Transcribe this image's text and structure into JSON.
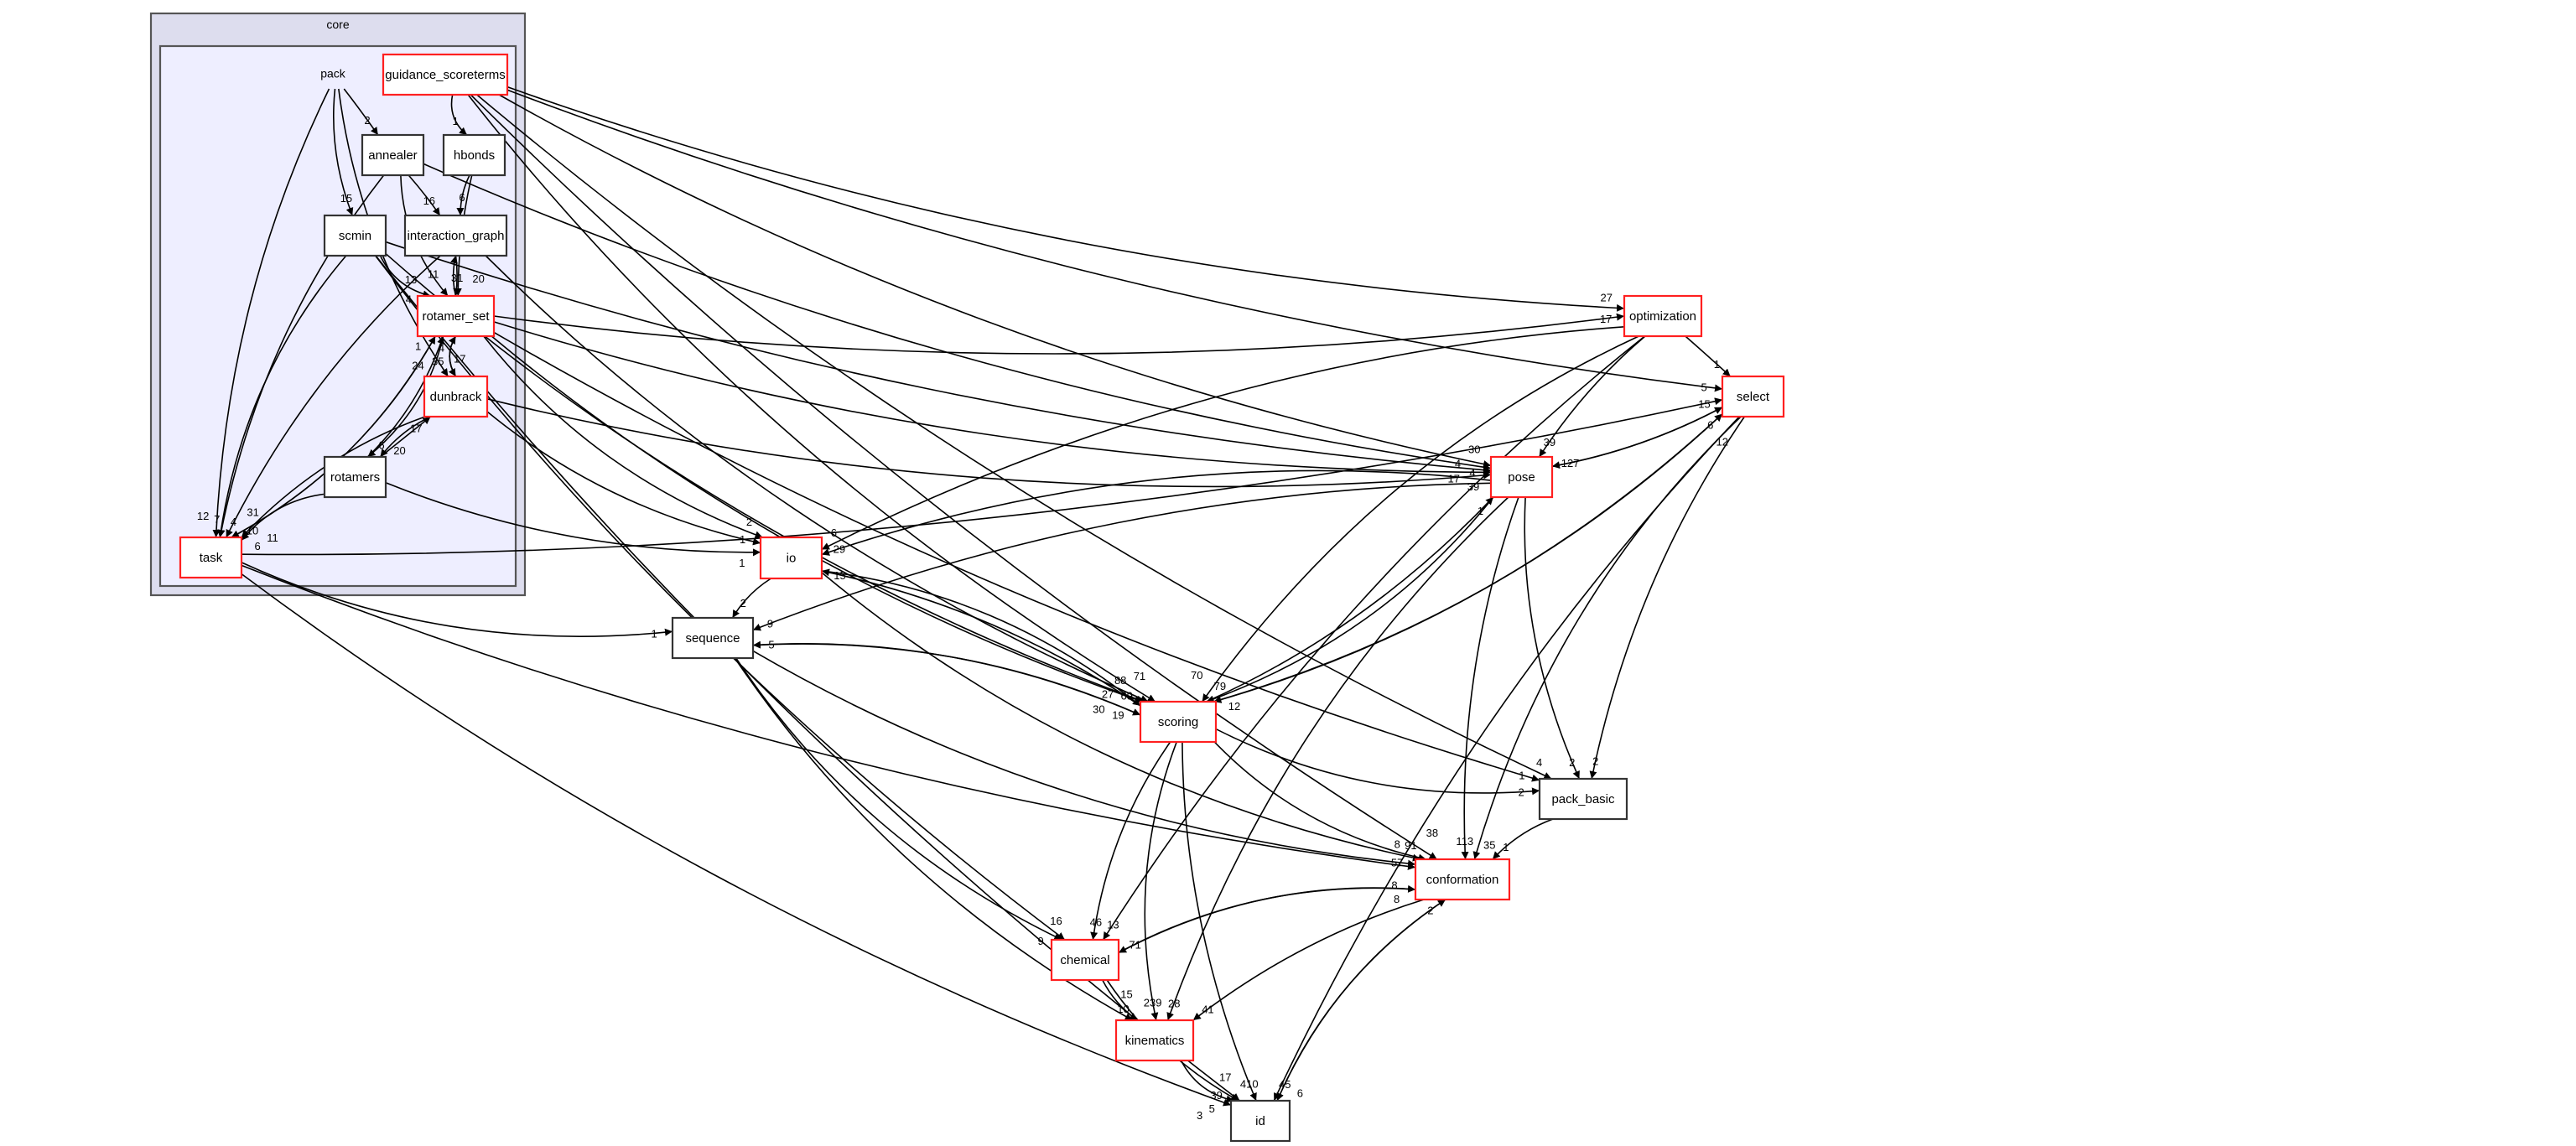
{
  "clusters": {
    "outer": {
      "title": "core"
    },
    "inner": {
      "title": "pack"
    }
  },
  "colors": {
    "outer_fill": "#ddddee",
    "inner_fill": "#eeeeff",
    "cluster_border": "#555555",
    "with_children_border": "#ff2020",
    "leaf_border": "#333333"
  },
  "nodes": [
    {
      "id": "guidance_scoreterms",
      "label": "guidance_scoreterms",
      "has_children": true
    },
    {
      "id": "annealer",
      "label": "annealer",
      "has_children": false
    },
    {
      "id": "hbonds",
      "label": "hbonds",
      "has_children": false
    },
    {
      "id": "scmin",
      "label": "scmin",
      "has_children": false
    },
    {
      "id": "interaction_graph",
      "label": "interaction_graph",
      "has_children": false
    },
    {
      "id": "rotamer_set",
      "label": "rotamer_set",
      "has_children": true
    },
    {
      "id": "dunbrack",
      "label": "dunbrack",
      "has_children": true
    },
    {
      "id": "rotamers",
      "label": "rotamers",
      "has_children": false
    },
    {
      "id": "task",
      "label": "task",
      "has_children": true
    },
    {
      "id": "optimization",
      "label": "optimization",
      "has_children": true
    },
    {
      "id": "select",
      "label": "select",
      "has_children": true
    },
    {
      "id": "pose",
      "label": "pose",
      "has_children": true
    },
    {
      "id": "io",
      "label": "io",
      "has_children": true
    },
    {
      "id": "sequence",
      "label": "sequence",
      "has_children": false
    },
    {
      "id": "scoring",
      "label": "scoring",
      "has_children": true
    },
    {
      "id": "pack_basic",
      "label": "pack_basic",
      "has_children": false
    },
    {
      "id": "conformation",
      "label": "conformation",
      "has_children": true
    },
    {
      "id": "chemical",
      "label": "chemical",
      "has_children": true
    },
    {
      "id": "kinematics",
      "label": "kinematics",
      "has_children": true
    },
    {
      "id": "id",
      "label": "id",
      "has_children": false
    }
  ],
  "edges": [
    {
      "from": "pack",
      "to": "annealer",
      "label": "2"
    },
    {
      "from": "pack",
      "to": "scmin",
      "label": "15"
    },
    {
      "from": "guidance_scoreterms",
      "to": "hbonds",
      "label": "1"
    },
    {
      "from": "annealer",
      "to": "interaction_graph",
      "label": "16"
    },
    {
      "from": "hbonds",
      "to": "interaction_graph",
      "label": "6"
    },
    {
      "from": "scmin",
      "to": "rotamer_set",
      "label": "4"
    },
    {
      "from": "interaction_graph",
      "to": "rotamer_set",
      "label": "31"
    },
    {
      "from": "rotamer_set",
      "to": "interaction_graph",
      "label": "11"
    },
    {
      "from": "annealer",
      "to": "rotamer_set",
      "label": "13"
    },
    {
      "from": "hbonds",
      "to": "rotamer_set",
      "label": "20"
    },
    {
      "from": "pack",
      "to": "dunbrack",
      "label": "35"
    },
    {
      "from": "rotamer_set",
      "to": "dunbrack",
      "label": "17"
    },
    {
      "from": "dunbrack",
      "to": "rotamer_set",
      "label": "4"
    },
    {
      "from": "rotamers",
      "to": "rotamer_set",
      "label": "1"
    },
    {
      "from": "task",
      "to": "rotamer_set",
      "label": "24"
    },
    {
      "from": "rotamer_set",
      "to": "rotamers",
      "label": "6"
    },
    {
      "from": "dunbrack",
      "to": "rotamers",
      "label": "20"
    },
    {
      "from": "rotamers",
      "to": "dunbrack",
      "label": "17"
    },
    {
      "from": "pack",
      "to": "task",
      "label": "7"
    },
    {
      "from": "annealer",
      "to": "task",
      "label": "4"
    },
    {
      "from": "scmin",
      "to": "task",
      "label": "12"
    },
    {
      "from": "interaction_graph",
      "to": "task",
      "label": "10"
    },
    {
      "from": "dunbrack",
      "to": "task",
      "label": "31"
    },
    {
      "from": "rotamers",
      "to": "task",
      "label": "11"
    },
    {
      "from": "rotamer_set",
      "to": "task",
      "label": "6"
    },
    {
      "from": "rotamer_set",
      "to": "optimization",
      "label": "17"
    },
    {
      "from": "guidance_scoreterms",
      "to": "optimization",
      "label": "27"
    },
    {
      "from": "optimization",
      "to": "select",
      "label": "1"
    },
    {
      "from": "guidance_scoreterms",
      "to": "select",
      "label": "5"
    },
    {
      "from": "task",
      "to": "select",
      "label": "15"
    },
    {
      "from": "pose",
      "to": "select",
      "label": "6"
    },
    {
      "from": "scoring",
      "to": "select",
      "label": "12"
    },
    {
      "from": "select",
      "to": "pose",
      "label": "127"
    },
    {
      "from": "optimization",
      "to": "pose",
      "label": "39"
    },
    {
      "from": "rotamer_set",
      "to": "pose",
      "label": "4"
    },
    {
      "from": "dunbrack",
      "to": "pose",
      "label": "39"
    },
    {
      "from": "scmin",
      "to": "pose",
      "label": "30"
    },
    {
      "from": "annealer",
      "to": "pose",
      "label": "4"
    },
    {
      "from": "guidance_scoreterms",
      "to": "pose",
      "label": "17"
    },
    {
      "from": "scoring",
      "to": "pose",
      "label": "1"
    },
    {
      "from": "dunbrack",
      "to": "io",
      "label": "1"
    },
    {
      "from": "rotamer_set",
      "to": "io",
      "label": "2"
    },
    {
      "from": "rotamers",
      "to": "io",
      "label": "1"
    },
    {
      "from": "pose",
      "to": "io",
      "label": "29"
    },
    {
      "from": "optimization",
      "to": "io",
      "label": "6"
    },
    {
      "from": "scoring",
      "to": "io",
      "label": "15"
    },
    {
      "from": "io",
      "to": "sequence",
      "label": "2"
    },
    {
      "from": "task",
      "to": "sequence",
      "label": "1"
    },
    {
      "from": "pose",
      "to": "sequence",
      "label": "9"
    },
    {
      "from": "scoring",
      "to": "sequence",
      "label": "5"
    },
    {
      "from": "scmin",
      "to": "scoring",
      "label": "69"
    },
    {
      "from": "rotamer_set",
      "to": "scoring",
      "label": "19"
    },
    {
      "from": "interaction_graph",
      "to": "scoring",
      "label": "71"
    },
    {
      "from": "guidance_scoreterms",
      "to": "scoring",
      "label": "88"
    },
    {
      "from": "pose",
      "to": "scoring",
      "label": "79"
    },
    {
      "from": "select",
      "to": "scoring",
      "label": "12"
    },
    {
      "from": "optimization",
      "to": "scoring",
      "label": "70"
    },
    {
      "from": "io",
      "to": "scoring",
      "label": "27"
    },
    {
      "from": "sequence",
      "to": "scoring",
      "label": "30"
    },
    {
      "from": "scoring",
      "to": "pack_basic",
      "label": "2"
    },
    {
      "from": "rotamer_set",
      "to": "pack_basic",
      "label": "1"
    },
    {
      "from": "pose",
      "to": "pack_basic",
      "label": "2"
    },
    {
      "from": "guidance_scoreterms",
      "to": "pack_basic",
      "label": "4"
    },
    {
      "from": "select",
      "to": "pack_basic",
      "label": "2"
    },
    {
      "from": "pack_basic",
      "to": "conformation",
      "label": "1"
    },
    {
      "from": "scoring",
      "to": "conformation",
      "label": "91"
    },
    {
      "from": "pose",
      "to": "conformation",
      "label": "113"
    },
    {
      "from": "sequence",
      "to": "conformation",
      "label": "57"
    },
    {
      "from": "io",
      "to": "conformation",
      "label": "8"
    },
    {
      "from": "guidance_scoreterms",
      "to": "conformation",
      "label": "38"
    },
    {
      "from": "task",
      "to": "conformation",
      "label": "8"
    },
    {
      "from": "conformation",
      "to": "chemical",
      "label": "71"
    },
    {
      "from": "chemical",
      "to": "conformation",
      "label": "8"
    },
    {
      "from": "scoring",
      "to": "chemical",
      "label": "46"
    },
    {
      "from": "sequence",
      "to": "chemical",
      "label": "9"
    },
    {
      "from": "scmin",
      "to": "chemical",
      "label": "16"
    },
    {
      "from": "chemical",
      "to": "kinematics",
      "label": "10"
    },
    {
      "from": "scoring",
      "to": "kinematics",
      "label": "239"
    },
    {
      "from": "conformation",
      "to": "kinematics",
      "label": "41"
    },
    {
      "from": "sequence",
      "to": "kinematics",
      "label": "15"
    },
    {
      "from": "kinematics",
      "to": "id",
      "label": "39"
    },
    {
      "from": "scoring",
      "to": "id",
      "label": "410"
    },
    {
      "from": "scmin",
      "to": "id",
      "label": "17"
    },
    {
      "from": "conformation",
      "to": "id",
      "label": "45"
    },
    {
      "from": "id",
      "to": "conformation",
      "label": "2"
    },
    {
      "from": "chemical",
      "to": "id",
      "label": "5"
    },
    {
      "from": "task",
      "to": "id",
      "label": "3"
    },
    {
      "from": "select",
      "to": "id",
      "label": "6"
    },
    {
      "from": "pose",
      "to": "kinematics",
      "label": "28"
    },
    {
      "from": "select",
      "to": "conformation",
      "label": "35"
    },
    {
      "from": "optimization",
      "to": "chemical",
      "label": "13"
    }
  ]
}
